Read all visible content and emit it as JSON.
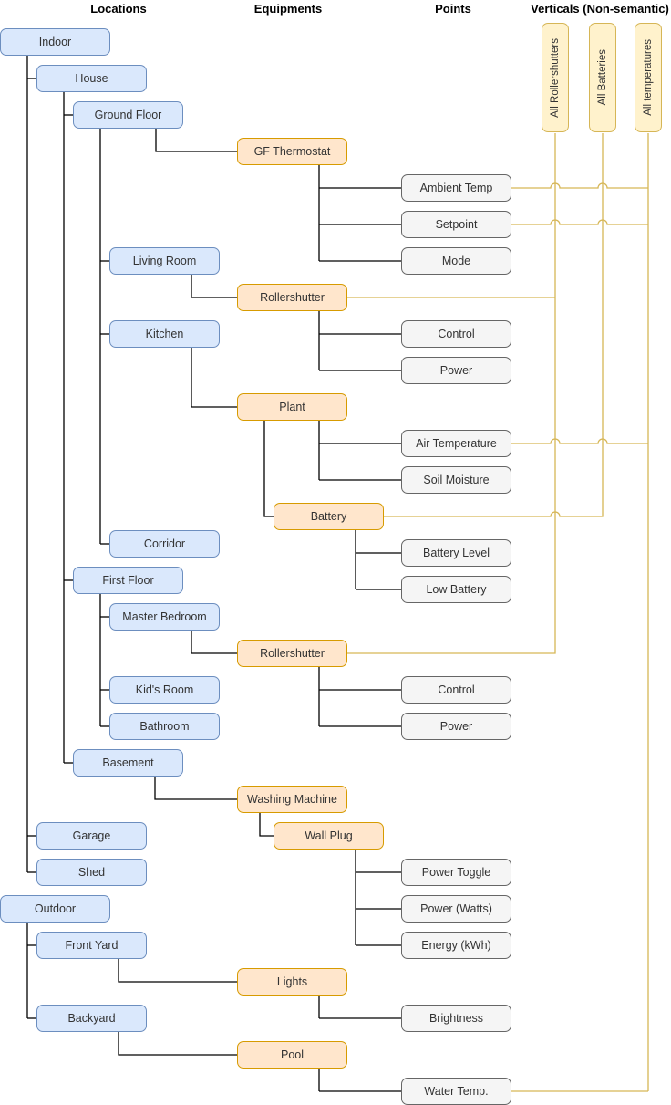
{
  "headers": {
    "locations": "Locations",
    "equipments": "Equipments",
    "points": "Points",
    "verticals": "Verticals (Non-semantic)"
  },
  "nodes": {
    "locations": [
      {
        "label": "Indoor"
      },
      {
        "label": "House"
      },
      {
        "label": "Ground Floor"
      },
      {
        "label": "Living Room"
      },
      {
        "label": "Kitchen"
      },
      {
        "label": "Corridor"
      },
      {
        "label": "First Floor"
      },
      {
        "label": "Master Bedroom"
      },
      {
        "label": "Kid's Room"
      },
      {
        "label": "Bathroom"
      },
      {
        "label": "Basement"
      },
      {
        "label": "Garage"
      },
      {
        "label": "Shed"
      },
      {
        "label": "Outdoor"
      },
      {
        "label": "Front Yard"
      },
      {
        "label": "Backyard"
      }
    ],
    "equipments": [
      {
        "label": "GF Thermostat"
      },
      {
        "label": "Rollershutter"
      },
      {
        "label": "Plant"
      },
      {
        "label": "Battery"
      },
      {
        "label": "Rollershutter"
      },
      {
        "label": "Washing Machine"
      },
      {
        "label": "Wall Plug"
      },
      {
        "label": "Lights"
      },
      {
        "label": "Pool"
      }
    ],
    "points": [
      {
        "label": "Ambient Temp"
      },
      {
        "label": "Setpoint"
      },
      {
        "label": "Mode"
      },
      {
        "label": "Control"
      },
      {
        "label": "Power"
      },
      {
        "label": "Air Temperature"
      },
      {
        "label": "Soil Moisture"
      },
      {
        "label": "Battery Level"
      },
      {
        "label": "Low Battery"
      },
      {
        "label": "Control"
      },
      {
        "label": "Power"
      },
      {
        "label": "Power Toggle"
      },
      {
        "label": "Power (Watts)"
      },
      {
        "label": "Energy (kWh)"
      },
      {
        "label": "Brightness"
      },
      {
        "label": "Water Temp."
      }
    ],
    "verticals": [
      {
        "label": "All Rollershutters"
      },
      {
        "label": "All Batteries"
      },
      {
        "label": "All temperatures"
      }
    ]
  },
  "edges": {
    "location_tree": [
      [
        "House",
        "Indoor"
      ],
      [
        "Garage",
        "Indoor"
      ],
      [
        "Shed",
        "Indoor"
      ],
      [
        "Ground Floor",
        "House"
      ],
      [
        "First Floor",
        "House"
      ],
      [
        "Basement",
        "House"
      ],
      [
        "Living Room",
        "Ground Floor"
      ],
      [
        "Kitchen",
        "Ground Floor"
      ],
      [
        "Corridor",
        "Ground Floor"
      ],
      [
        "Master Bedroom",
        "First Floor"
      ],
      [
        "Kid's Room",
        "First Floor"
      ],
      [
        "Bathroom",
        "First Floor"
      ],
      [
        "Front Yard",
        "Outdoor"
      ],
      [
        "Backyard",
        "Outdoor"
      ]
    ],
    "equipment_links": [
      [
        "GF Thermostat",
        "Ground Floor"
      ],
      [
        "Rollershutter (Ground Floor)",
        "Living Room"
      ],
      [
        "Plant",
        "Kitchen"
      ],
      [
        "Battery",
        "Plant"
      ],
      [
        "Rollershutter (First Floor)",
        "Master Bedroom"
      ],
      [
        "Washing Machine",
        "Basement"
      ],
      [
        "Wall Plug",
        "Washing Machine"
      ],
      [
        "Lights",
        "Front Yard"
      ],
      [
        "Pool",
        "Backyard"
      ]
    ],
    "point_links": [
      [
        "Ambient Temp",
        "GF Thermostat"
      ],
      [
        "Setpoint",
        "GF Thermostat"
      ],
      [
        "Mode",
        "GF Thermostat"
      ],
      [
        "Control",
        "Rollershutter (Ground Floor)"
      ],
      [
        "Power",
        "Rollershutter (Ground Floor)"
      ],
      [
        "Air Temperature",
        "Plant"
      ],
      [
        "Soil Moisture",
        "Plant"
      ],
      [
        "Battery Level",
        "Battery"
      ],
      [
        "Low Battery",
        "Battery"
      ],
      [
        "Control",
        "Rollershutter (First Floor)"
      ],
      [
        "Power",
        "Rollershutter (First Floor)"
      ],
      [
        "Power Toggle",
        "Wall Plug"
      ],
      [
        "Power (Watts)",
        "Wall Plug"
      ],
      [
        "Energy (kWh)",
        "Wall Plug"
      ],
      [
        "Brightness",
        "Lights"
      ],
      [
        "Water Temp.",
        "Pool"
      ]
    ],
    "vertical_links": [
      [
        "Rollershutter (Ground Floor)",
        "All Rollershutters"
      ],
      [
        "Rollershutter (First Floor)",
        "All Rollershutters"
      ],
      [
        "Battery",
        "All Batteries"
      ],
      [
        "Ambient Temp",
        "All temperatures"
      ],
      [
        "Setpoint",
        "All temperatures"
      ],
      [
        "Air Temperature",
        "All temperatures"
      ],
      [
        "Water Temp.",
        "All temperatures"
      ]
    ]
  },
  "colors": {
    "location_fill": "#dae8fc",
    "location_border": "#6c8ebf",
    "equipment_fill": "#ffe6cc",
    "equipment_border": "#d79b00",
    "point_fill": "#f5f5f5",
    "point_border": "#666666",
    "vertical_fill": "#fff2cc",
    "vertical_border": "#d6b656",
    "tree_line": "#000000",
    "vertical_line": "#d6b656"
  }
}
